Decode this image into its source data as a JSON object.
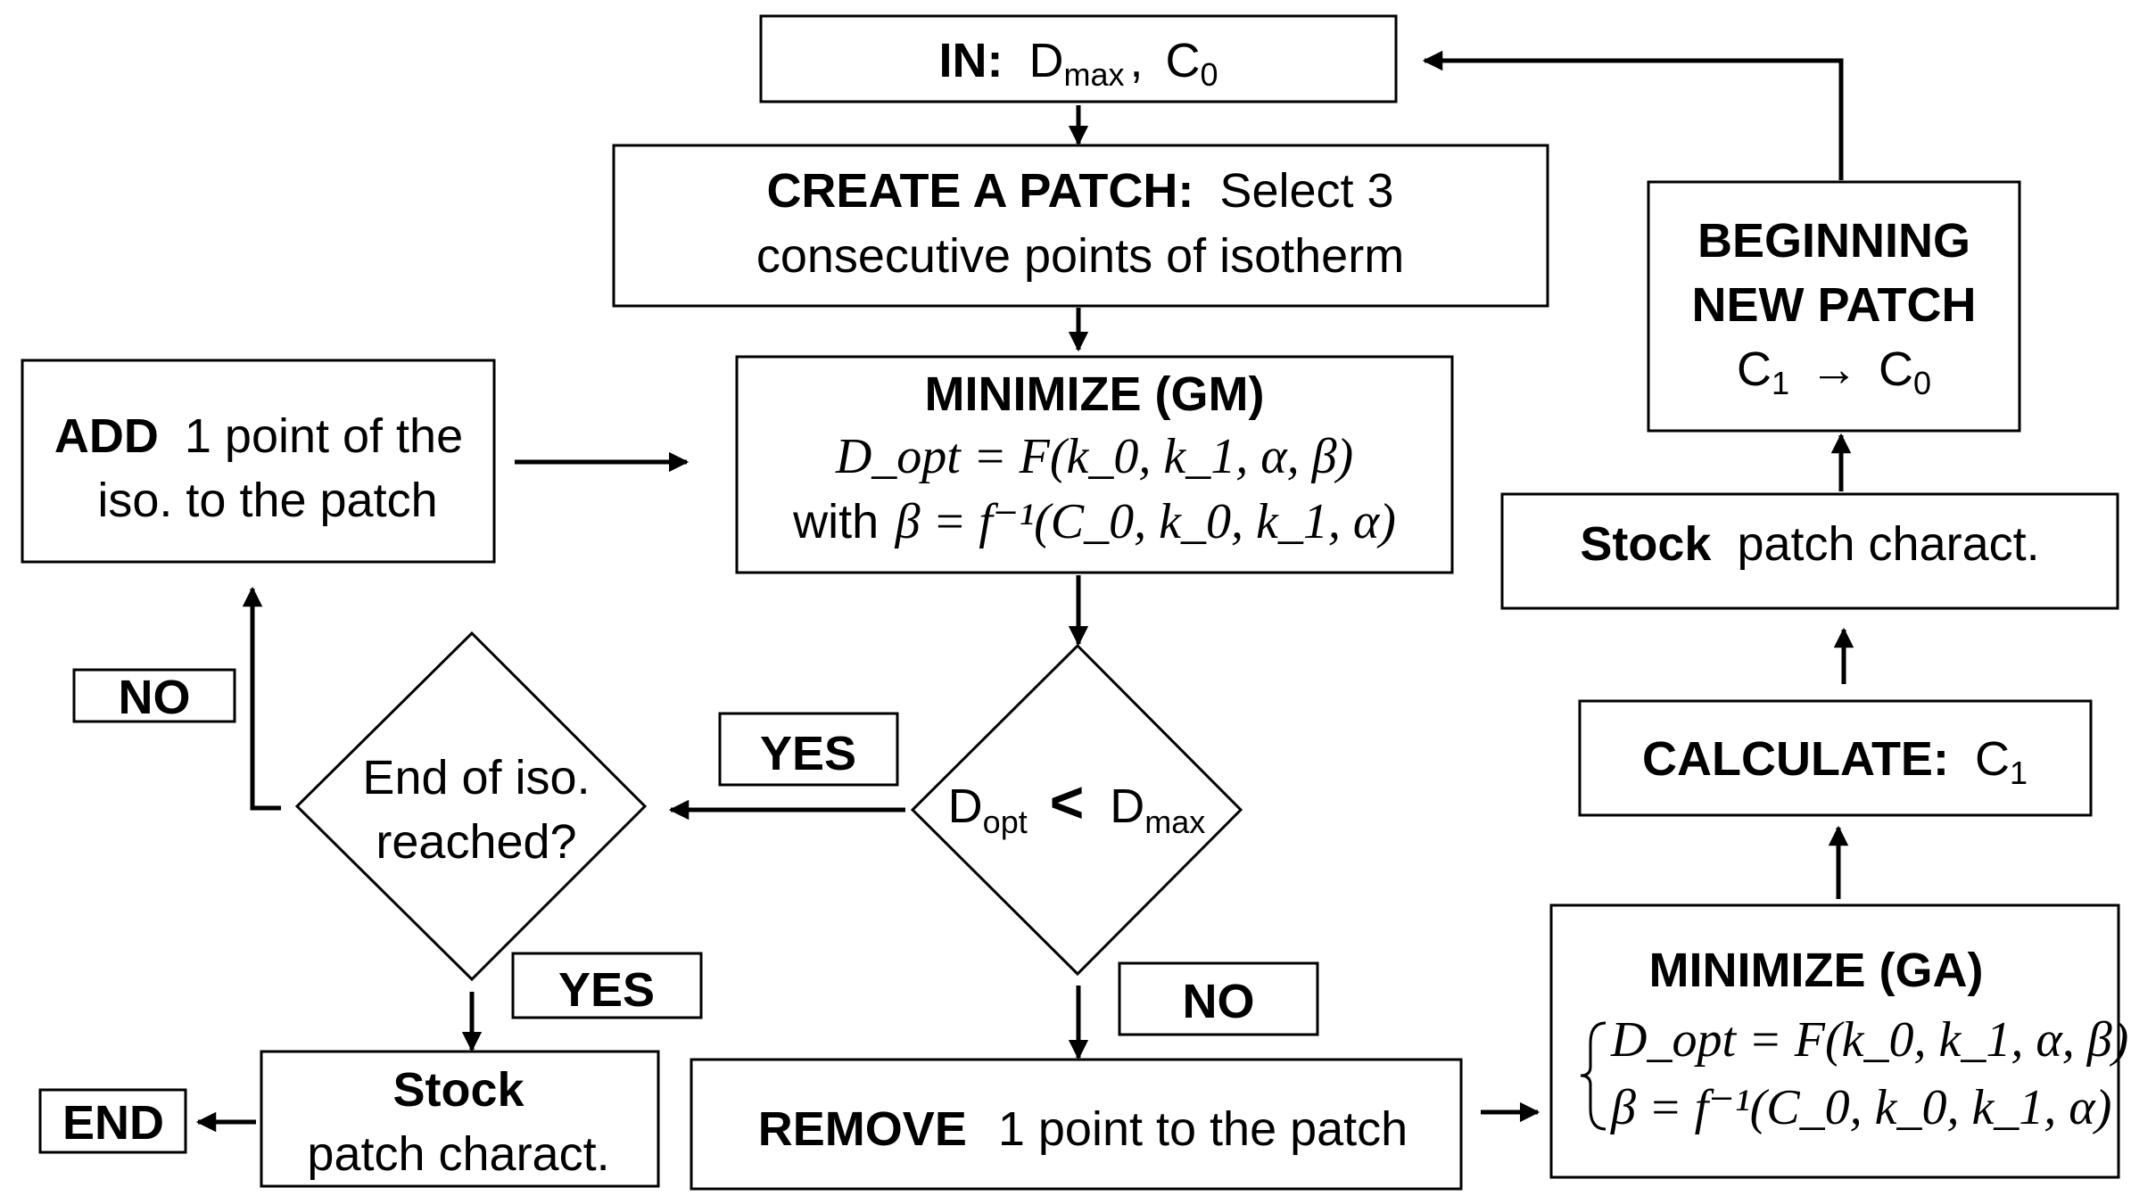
{
  "nodes": {
    "in": {
      "keyword": "IN:",
      "d_symbol": "D",
      "d_sub": "max",
      "separator": ",",
      "c_symbol": "C",
      "c_sub": "0"
    },
    "create_patch": {
      "keyword": "CREATE A PATCH:",
      "line1_rest": "Select 3",
      "line2": "consecutive points of isotherm"
    },
    "minimize_gm": {
      "title": "MINIMIZE (GM)",
      "eq1": "D_opt = F(k_0, k_1, α, β)",
      "eq2_prefix": "with",
      "eq2": "β = f⁻¹(C_0, k_0, k_1, α)"
    },
    "add_point": {
      "keyword": "ADD",
      "line1_rest": "1 point of the",
      "line2": "iso. to the patch"
    },
    "decision_dopt": {
      "left_symbol": "D",
      "left_sub": "opt",
      "operator": "<",
      "right_symbol": "D",
      "right_sub": "max"
    },
    "decision_end": {
      "line1": "End of iso.",
      "line2": "reached?"
    },
    "stock_left": {
      "keyword": "Stock",
      "line2": "patch charact."
    },
    "end": {
      "label": "END"
    },
    "remove": {
      "keyword": "REMOVE",
      "rest": "1 point to the patch"
    },
    "minimize_ga": {
      "title": "MINIMIZE (GA)",
      "eq1": "D_opt = F(k_0, k_1, α, β)",
      "eq2": "β = f⁻¹(C_0, k_0, k_1, α)"
    },
    "calculate": {
      "keyword": "CALCULATE:",
      "symbol": "C",
      "sub": "1"
    },
    "stock_right": {
      "keyword": "Stock",
      "rest": "patch charact."
    },
    "beginning": {
      "line1": "BEGINNING",
      "line2": "NEW PATCH",
      "from_symbol": "C",
      "from_sub": "1",
      "arrow": "→",
      "to_symbol": "C",
      "to_sub": "0"
    }
  },
  "edge_labels": {
    "no_upper": "NO",
    "yes_upper": "YES",
    "yes_lower": "YES",
    "no_lower": "NO"
  }
}
